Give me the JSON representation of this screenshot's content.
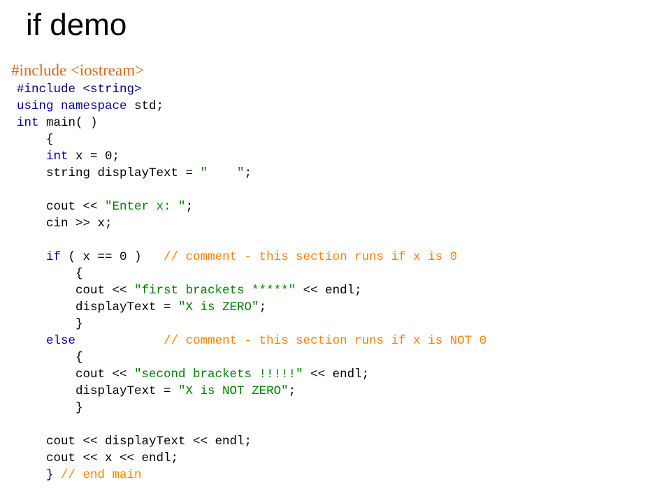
{
  "slide": {
    "title": "if demo",
    "include_line": "#include <iostream>"
  },
  "code": {
    "lines": [
      [
        {
          "t": "#include <string>",
          "c": "pre"
        }
      ],
      [
        {
          "t": "using namespace",
          "c": "kw"
        },
        {
          "t": " std;",
          "c": ""
        }
      ],
      [
        {
          "t": "int",
          "c": "kw"
        },
        {
          "t": " main( )",
          "c": ""
        }
      ],
      [
        {
          "t": "    {",
          "c": ""
        }
      ],
      [
        {
          "t": "    ",
          "c": ""
        },
        {
          "t": "int",
          "c": "kw"
        },
        {
          "t": " x = 0;",
          "c": ""
        }
      ],
      [
        {
          "t": "    string displayText = ",
          "c": ""
        },
        {
          "t": "\"    \"",
          "c": "str"
        },
        {
          "t": ";",
          "c": ""
        }
      ],
      [
        {
          "t": "",
          "c": ""
        }
      ],
      [
        {
          "t": "    cout << ",
          "c": ""
        },
        {
          "t": "\"Enter x: \"",
          "c": "str"
        },
        {
          "t": ";",
          "c": ""
        }
      ],
      [
        {
          "t": "    cin >> x;",
          "c": ""
        }
      ],
      [
        {
          "t": "",
          "c": ""
        }
      ],
      [
        {
          "t": "    ",
          "c": ""
        },
        {
          "t": "if",
          "c": "kw"
        },
        {
          "t": " ( x == 0 )   ",
          "c": ""
        },
        {
          "t": "// comment - this section runs if x is 0",
          "c": "cm"
        }
      ],
      [
        {
          "t": "        {",
          "c": ""
        }
      ],
      [
        {
          "t": "        cout << ",
          "c": ""
        },
        {
          "t": "\"first brackets *****\"",
          "c": "str"
        },
        {
          "t": " << endl;",
          "c": ""
        }
      ],
      [
        {
          "t": "        displayText = ",
          "c": ""
        },
        {
          "t": "\"X is ZERO\"",
          "c": "str"
        },
        {
          "t": ";",
          "c": ""
        }
      ],
      [
        {
          "t": "        }",
          "c": ""
        }
      ],
      [
        {
          "t": "    ",
          "c": ""
        },
        {
          "t": "else",
          "c": "kw"
        },
        {
          "t": "            ",
          "c": ""
        },
        {
          "t": "// comment - this section runs if x is NOT 0",
          "c": "cm"
        }
      ],
      [
        {
          "t": "        {",
          "c": ""
        }
      ],
      [
        {
          "t": "        cout << ",
          "c": ""
        },
        {
          "t": "\"second brackets !!!!!\"",
          "c": "str"
        },
        {
          "t": " << endl;",
          "c": ""
        }
      ],
      [
        {
          "t": "        displayText = ",
          "c": ""
        },
        {
          "t": "\"X is NOT ZERO\"",
          "c": "str"
        },
        {
          "t": ";",
          "c": ""
        }
      ],
      [
        {
          "t": "        }",
          "c": ""
        }
      ],
      [
        {
          "t": "",
          "c": ""
        }
      ],
      [
        {
          "t": "    cout << displayText << endl;",
          "c": ""
        }
      ],
      [
        {
          "t": "    cout << x << endl;",
          "c": ""
        }
      ],
      [
        {
          "t": "    } ",
          "c": ""
        },
        {
          "t": "// end main",
          "c": "cm"
        }
      ]
    ]
  },
  "colors": {
    "include_line": "#d2691e",
    "keyword": "#0000a0",
    "string": "#008000",
    "comment": "#ff8000",
    "text": "#000000",
    "background": "#ffffff"
  }
}
